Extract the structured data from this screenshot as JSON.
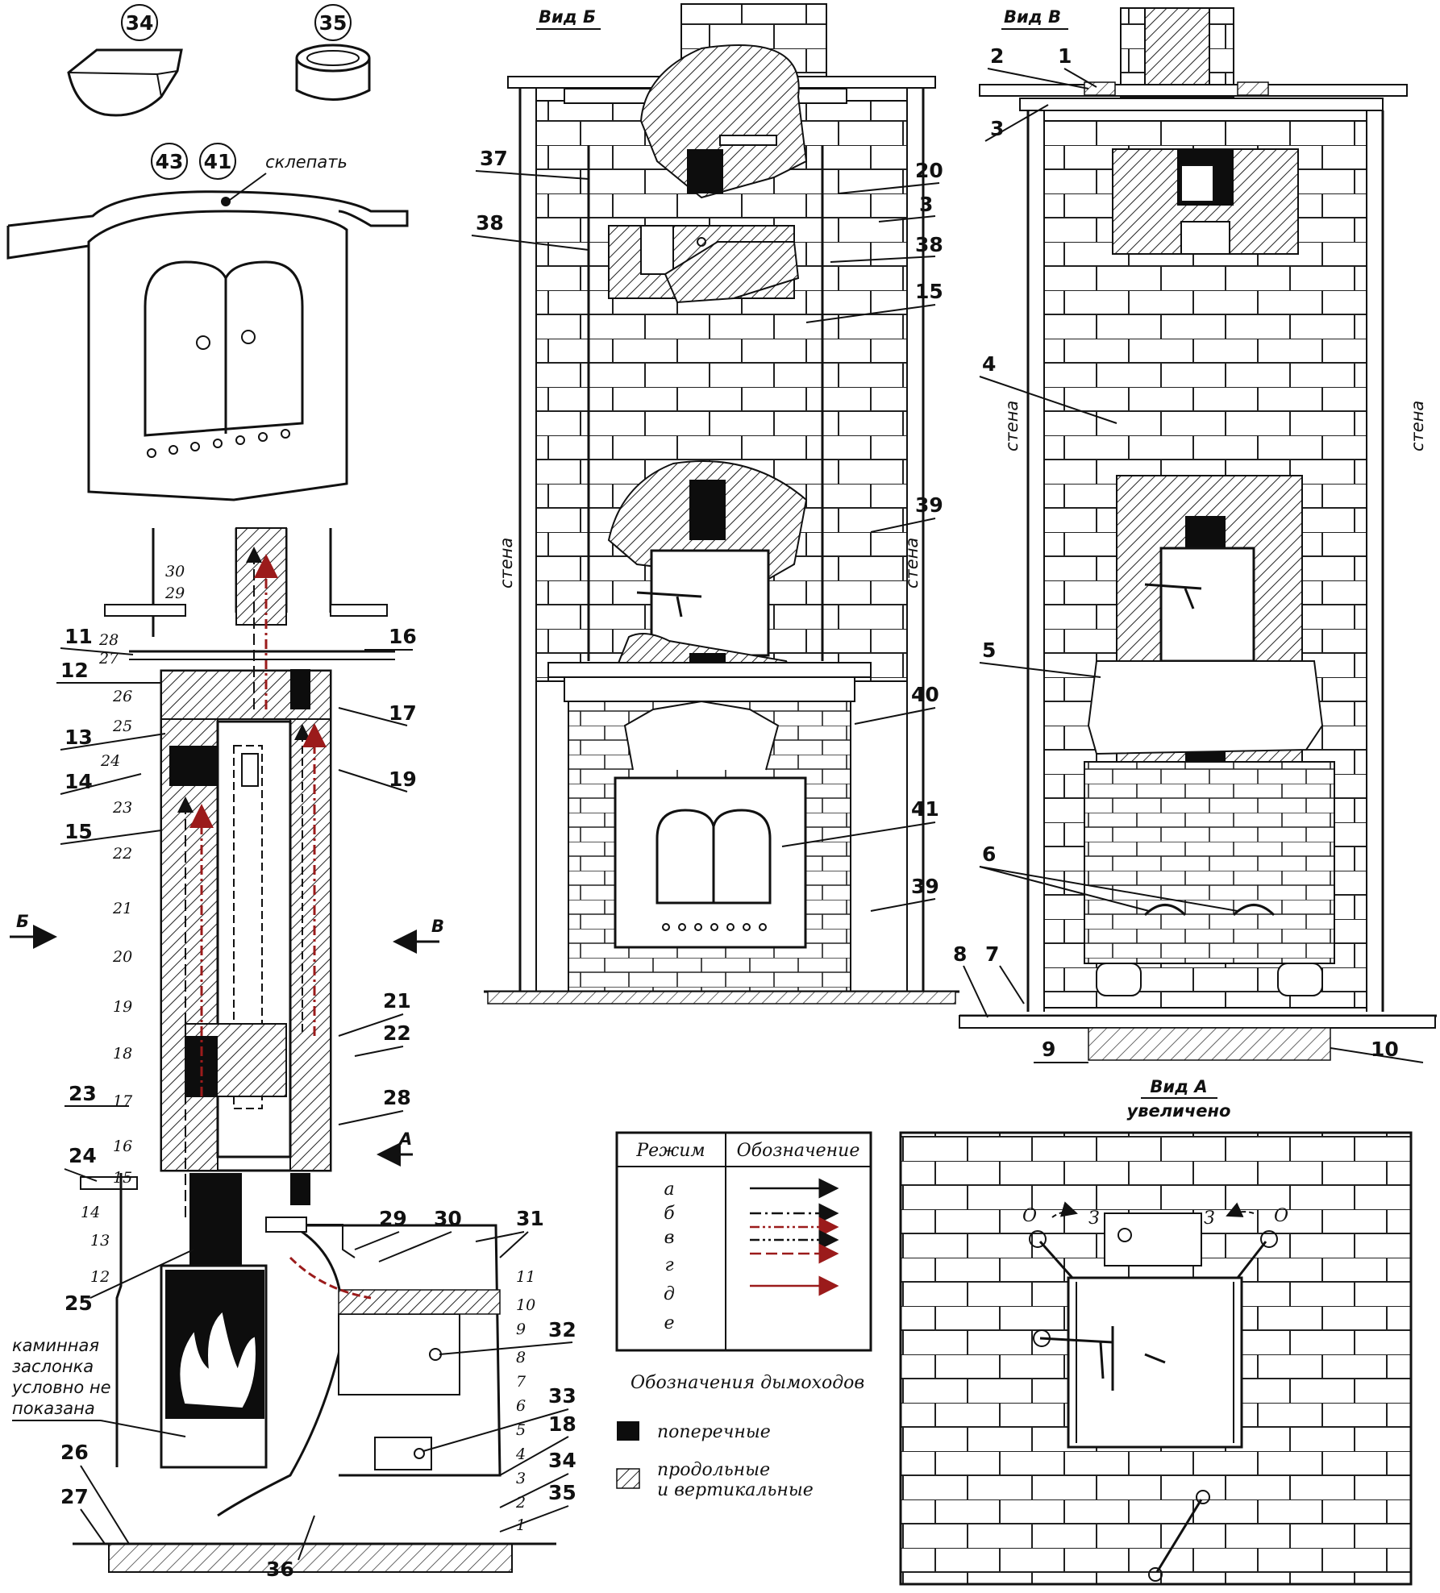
{
  "views": {
    "b_title": "Вид Б",
    "v_title": "Вид В",
    "a_title": "Вид А",
    "a_subtitle": "увеличено"
  },
  "rivet_note": "склепать",
  "wall_label": "стена",
  "section_arrows": {
    "b": "Б",
    "v": "В",
    "a": "А"
  },
  "damper_note": [
    "каминная",
    "заслонка",
    "условно не",
    "показана"
  ],
  "legend": {
    "header_mode": "Режим",
    "header_symbol": "Обозначение",
    "modes": [
      "а",
      "б",
      "в",
      "г",
      "д",
      "е"
    ],
    "caption": "Обозначения дымоходов",
    "transverse": "поперечные",
    "longitudinal_1": "продольные",
    "longitudinal_2": "и вертикальные"
  },
  "damper_positions": {
    "open": "О",
    "closed": "З"
  },
  "callouts": {
    "c34": "34",
    "c35": "35",
    "c43": "43",
    "c41": "41",
    "s11": "11",
    "s12": "12",
    "s13": "13",
    "s14": "14",
    "s15": "15",
    "s16": "16",
    "s17": "17",
    "s19": "19",
    "s21": "21",
    "s22": "22",
    "s23": "23",
    "s24": "24",
    "s25": "25",
    "s26": "26",
    "s27": "27",
    "s28": "28",
    "s29": "29",
    "s30": "30",
    "s31": "31",
    "s32": "32",
    "s33": "33",
    "s18": "18",
    "s34": "34",
    "s35": "35",
    "s36": "36",
    "b37": "37",
    "b38a": "38",
    "b20": "20",
    "b3": "3",
    "b38b": "38",
    "b15": "15",
    "b39a": "39",
    "b40": "40",
    "b41": "41",
    "b39b": "39",
    "v2": "2",
    "v1": "1",
    "v3": "3",
    "v4": "4",
    "v5": "5",
    "v6": "6",
    "v8": "8",
    "v7": "7",
    "v9": "9",
    "v10": "10"
  },
  "rows_main": [
    "30",
    "29",
    "28",
    "27",
    "26",
    "25",
    "24",
    "23",
    "22",
    "21",
    "20",
    "19",
    "18",
    "17",
    "16",
    "15",
    "14",
    "13",
    "12"
  ],
  "rows_small": [
    "11",
    "10",
    "9",
    "8",
    "7",
    "6",
    "5",
    "4",
    "3",
    "2",
    "1"
  ],
  "colors": {
    "ink": "#111111",
    "flow": "#9b1b1b",
    "black_duct": "#0d0d0d"
  }
}
